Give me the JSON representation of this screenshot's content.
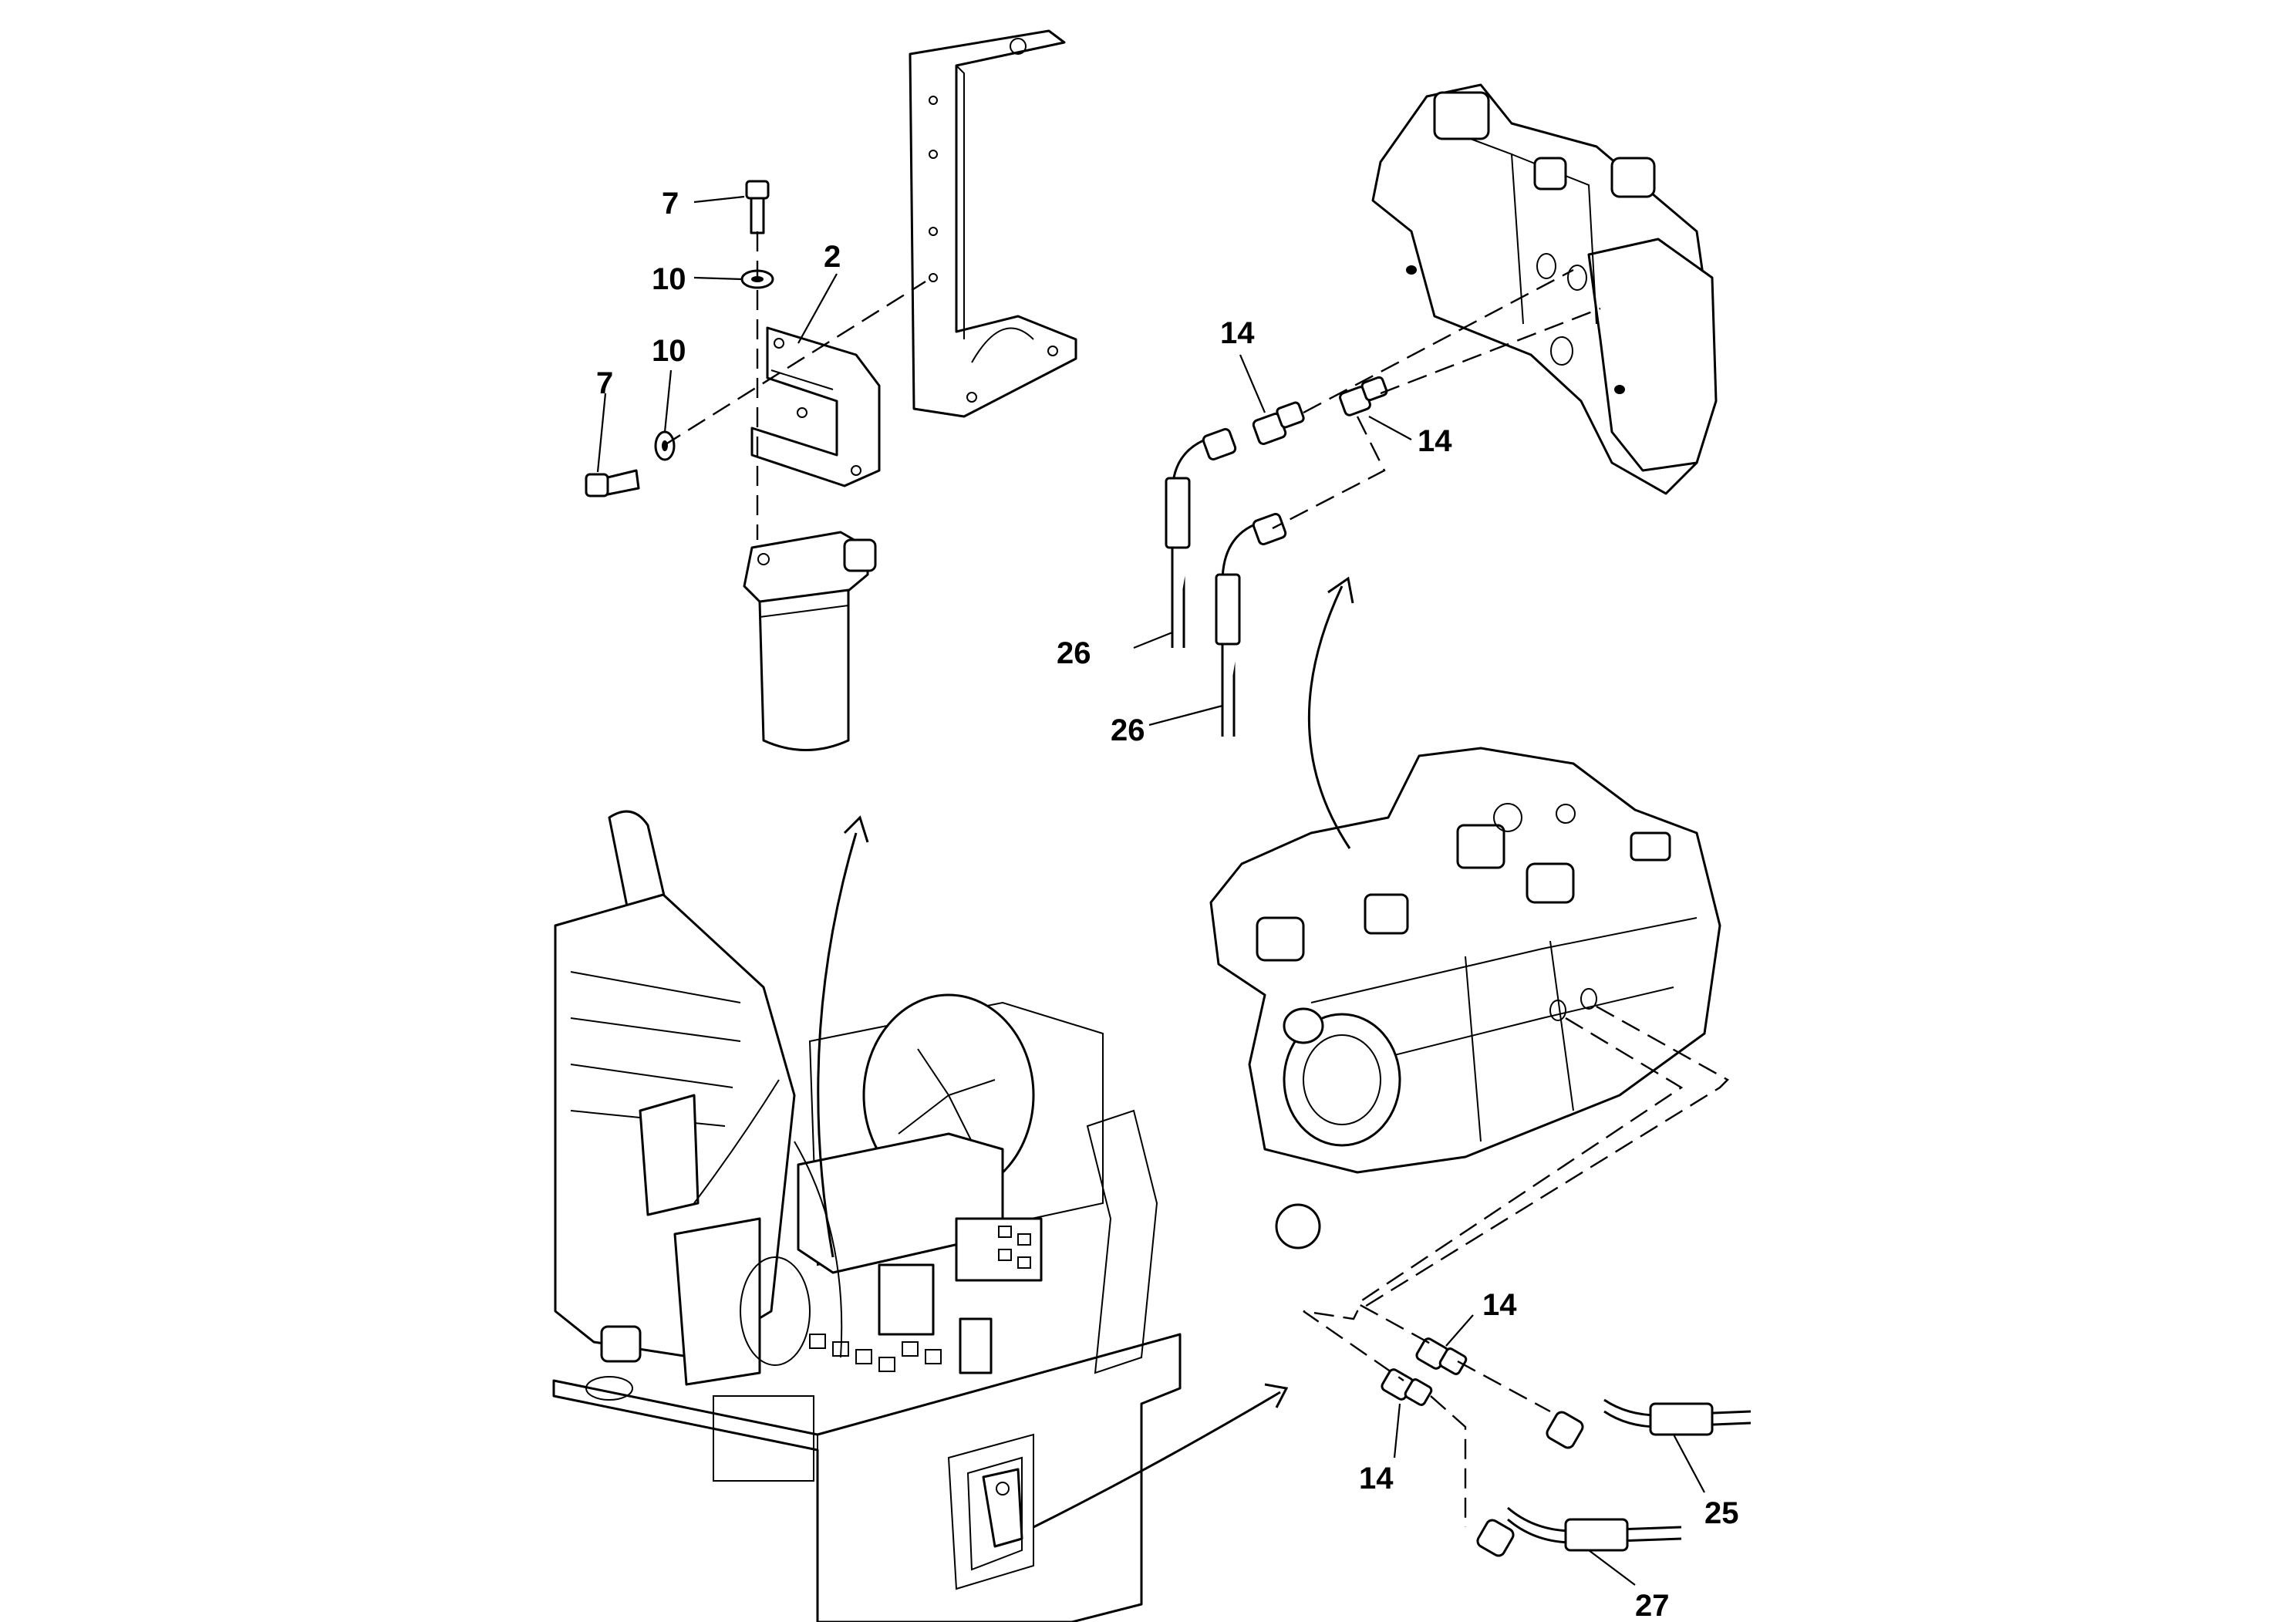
{
  "callouts": [
    {
      "id": "c7a",
      "label": "7"
    },
    {
      "id": "c10a",
      "label": "10"
    },
    {
      "id": "c2",
      "label": "2"
    },
    {
      "id": "c10b",
      "label": "10"
    },
    {
      "id": "c7b",
      "label": "7"
    },
    {
      "id": "c14a",
      "label": "14"
    },
    {
      "id": "c14b",
      "label": "14"
    },
    {
      "id": "c26a",
      "label": "26"
    },
    {
      "id": "c26b",
      "label": "26"
    },
    {
      "id": "c14c",
      "label": "14"
    },
    {
      "id": "c14d",
      "label": "14"
    },
    {
      "id": "c25",
      "label": "25"
    },
    {
      "id": "c27",
      "label": "27"
    }
  ]
}
